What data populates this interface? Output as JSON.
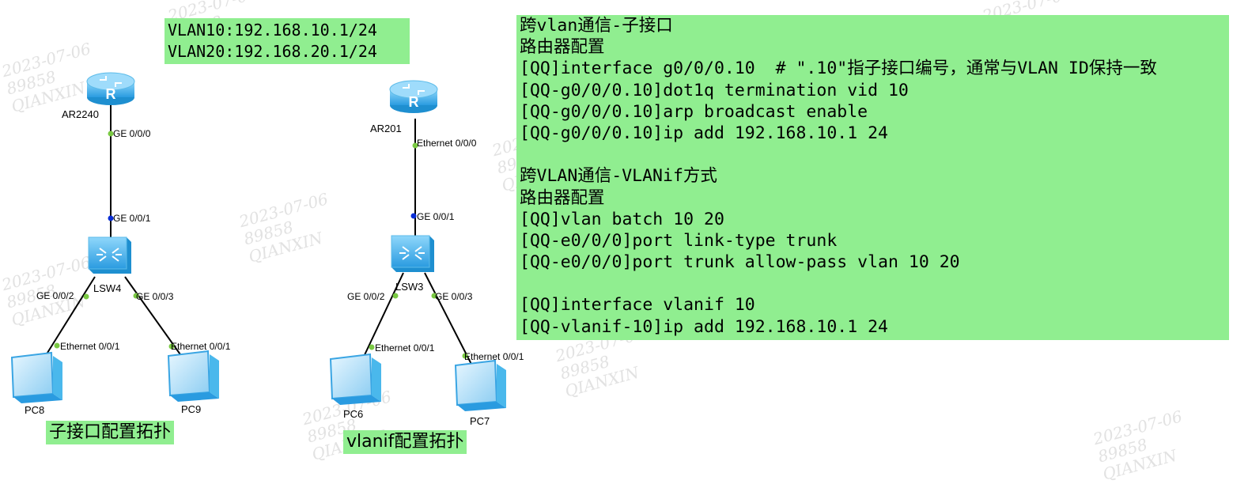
{
  "watermark": {
    "date": "2023-07-06",
    "id": "89858",
    "name": "QIANXIN"
  },
  "vlan_box": {
    "lines": [
      "VLAN10:192.168.10.1/24",
      "VLAN20:192.168.20.1/24"
    ]
  },
  "config_box": {
    "lines": [
      "跨vlan通信-子接口",
      "路由器配置",
      "[QQ]interface g0/0/0.10  # \".10\"指子接口编号，通常与VLAN ID保持一致",
      "[QQ-g0/0/0.10]dot1q termination vid 10",
      "[QQ-g0/0/0.10]arp broadcast enable",
      "[QQ-g0/0/0.10]ip add 192.168.10.1 24",
      "",
      "跨VLAN通信-VLANif方式",
      "路由器配置",
      "[QQ]vlan batch 10 20",
      "[QQ-e0/0/0]port link-type trunk",
      "[QQ-e0/0/0]port trunk allow-pass vlan 10 20",
      "",
      "[QQ]interface vlanif 10",
      "[QQ-vlanif-10]ip add 192.168.10.1 24"
    ]
  },
  "left_topology": {
    "caption": "子接口配置拓扑",
    "router": {
      "name": "AR2240",
      "port": "GE 0/0/0"
    },
    "switch": {
      "name": "LSW4",
      "uplink_port": "GE 0/0/1",
      "port_left": "GE 0/0/2",
      "port_right": "GE 0/0/3"
    },
    "pc_left": {
      "name": "PC8",
      "port": "Ethernet 0/0/1"
    },
    "pc_right": {
      "name": "PC9",
      "port": "Ethernet 0/0/1"
    }
  },
  "right_topology": {
    "caption": "vlanif配置拓扑",
    "router": {
      "name": "AR201",
      "port": "Ethernet 0/0/0"
    },
    "switch": {
      "name": "LSW3",
      "uplink_port": "GE 0/0/1",
      "port_left": "GE 0/0/2",
      "port_right": "GE 0/0/3"
    },
    "pc_left": {
      "name": "PC6",
      "port": "Ethernet 0/0/1"
    },
    "pc_right": {
      "name": "PC7",
      "port": "Ethernet 0/0/1"
    }
  },
  "colors": {
    "highlight": "#90ee90",
    "device": "#4ab8ec",
    "device_dark": "#1e8fd0",
    "link": "#000000",
    "port_dot_green": "#7ac943",
    "port_dot_blue": "#0a2fd6"
  }
}
